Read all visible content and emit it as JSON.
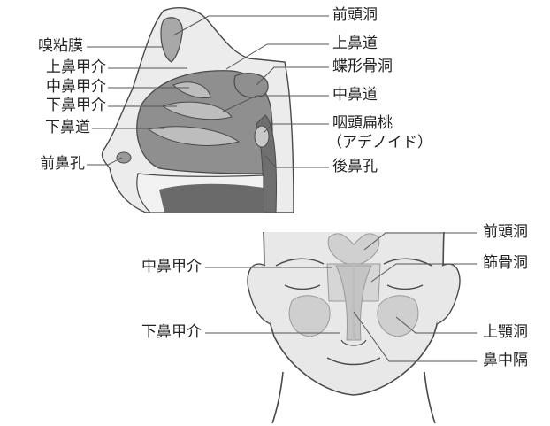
{
  "sagittal": {
    "labels": {
      "olfactory_mucosa": "嗅粘膜",
      "superior_turbinate": "上鼻甲介",
      "middle_turbinate": "中鼻甲介",
      "inferior_turbinate": "下鼻甲介",
      "inferior_meatus": "下鼻道",
      "nostril": "前鼻孔",
      "frontal_sinus": "前頭洞",
      "superior_meatus": "上鼻道",
      "sphenoid_sinus": "蝶形骨洞",
      "middle_meatus": "中鼻道",
      "adenoid_line1": "咽頭扁桃",
      "adenoid_line2": "（アデノイド）",
      "choana": "後鼻孔"
    }
  },
  "frontal": {
    "labels": {
      "middle_turbinate": "中鼻甲介",
      "inferior_turbinate": "下鼻甲介",
      "frontal_sinus": "前頭洞",
      "ethmoid_sinus": "篩骨洞",
      "maxillary_sinus": "上顎洞",
      "septum": "鼻中隔"
    }
  },
  "colors": {
    "line": "#555555",
    "skin": "#e6e6e6",
    "cavity_dark": "#8a8a8a",
    "cavity_mid": "#a8a8a8",
    "bone_light": "#c8c8c8",
    "outline": "#4a4a4a"
  }
}
